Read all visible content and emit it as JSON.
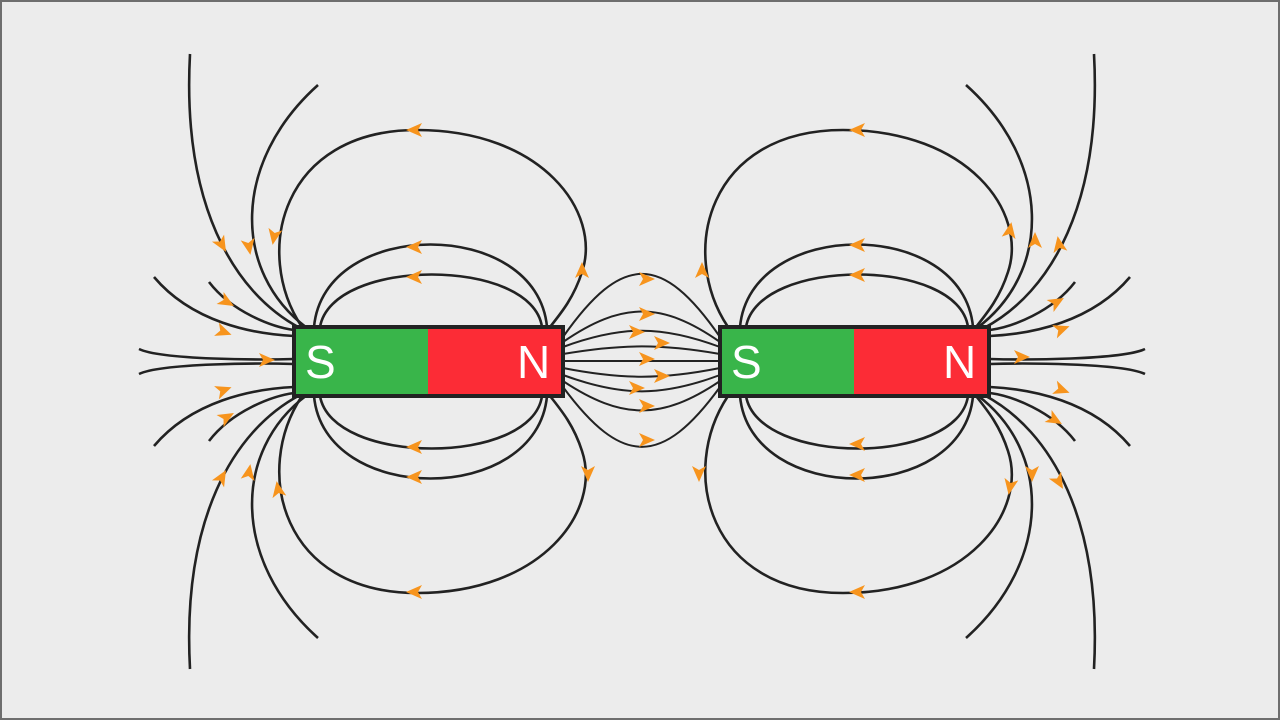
{
  "colors": {
    "south": "#39b54a",
    "north": "#fc2c36",
    "field_line": "#222222",
    "arrow": "#f7941d",
    "background": "#ececec"
  },
  "magnets": [
    {
      "south_label": "S",
      "north_label": "N"
    },
    {
      "south_label": "S",
      "north_label": "N"
    }
  ]
}
